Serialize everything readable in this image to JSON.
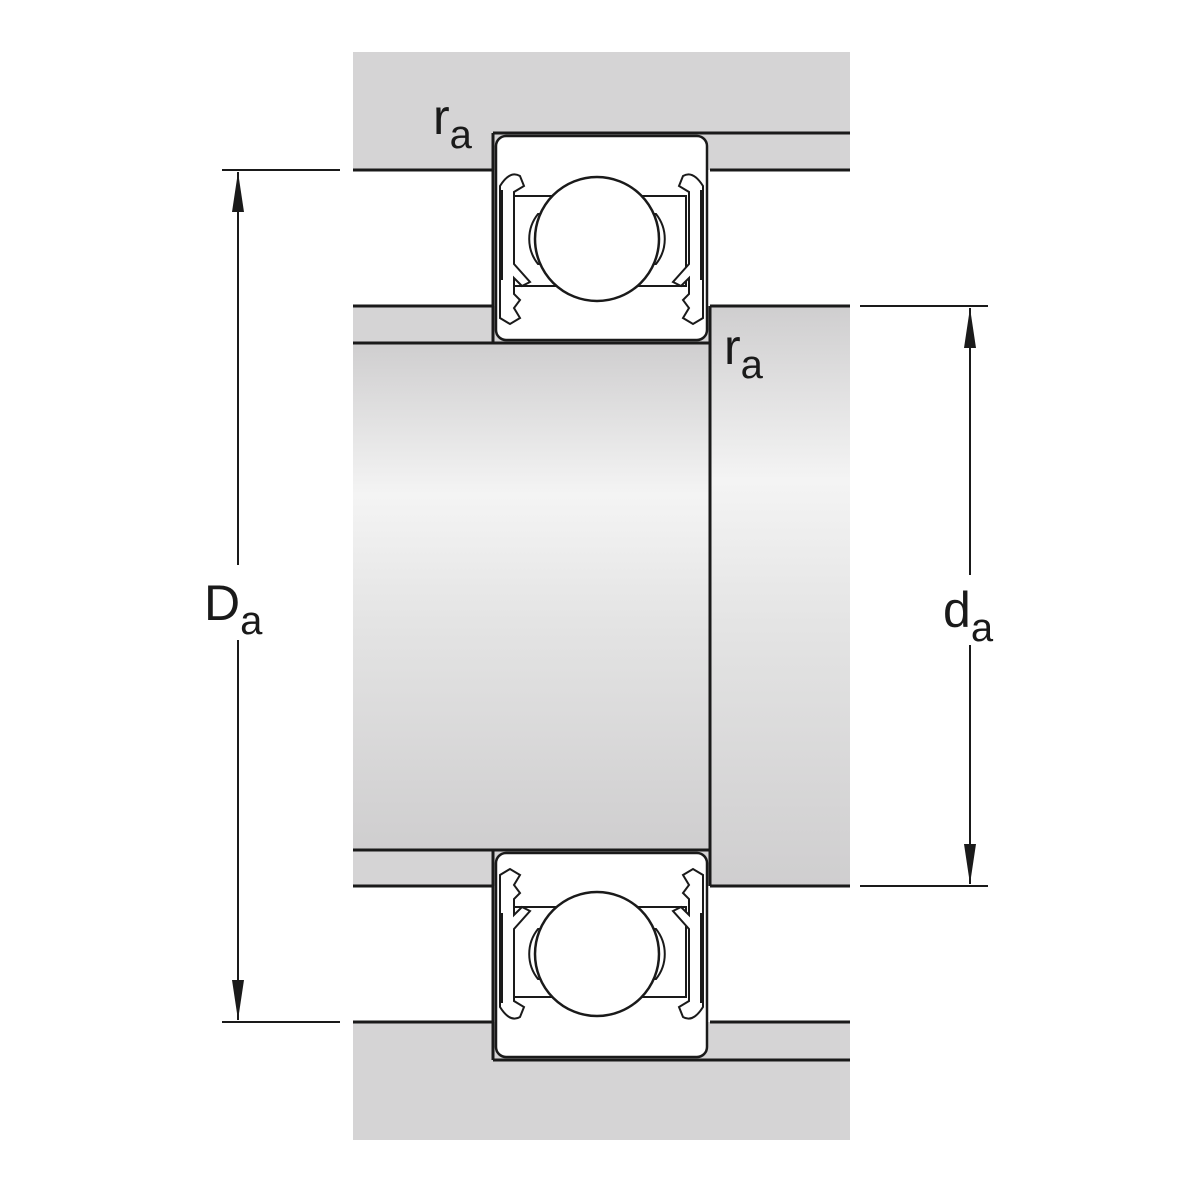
{
  "labels": {
    "ra_top": {
      "main": "r",
      "sub": "a"
    },
    "ra_inner": {
      "main": "r",
      "sub": "a"
    },
    "Da": {
      "main": "D",
      "sub": "a"
    },
    "da": {
      "main": "d",
      "sub": "a"
    }
  },
  "colors": {
    "housing": "#d5d4d5",
    "line": "#1a1a1a"
  }
}
